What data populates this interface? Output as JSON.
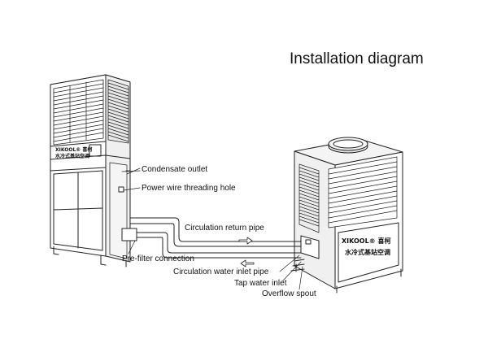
{
  "title": "Installation diagram",
  "labels": {
    "condensate_outlet": "Condensate outlet",
    "power_wire_hole": "Power wire threading hole",
    "circulation_return_pipe": "Circulation return pipe",
    "pre_filter_connection": "Pre-filter connection",
    "circulation_water_inlet_pipe": "Circulation water inlet pipe",
    "tap_water_inlet": "Tap water inlet",
    "overflow_spout": "Overflow spout"
  },
  "indoor_unit": {
    "brand": "XIKOOL® 喜柯",
    "subtitle": "水冷式基站空调"
  },
  "outdoor_unit": {
    "brand": "XIKOOL® 喜柯",
    "subtitle": "水冷式基站空调"
  }
}
